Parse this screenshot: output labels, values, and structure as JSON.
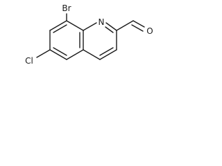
{
  "molecule": {
    "atoms": {
      "bromine": "Br",
      "nitrogen": "N",
      "oxygen": "O",
      "chlorine": "Cl"
    }
  }
}
